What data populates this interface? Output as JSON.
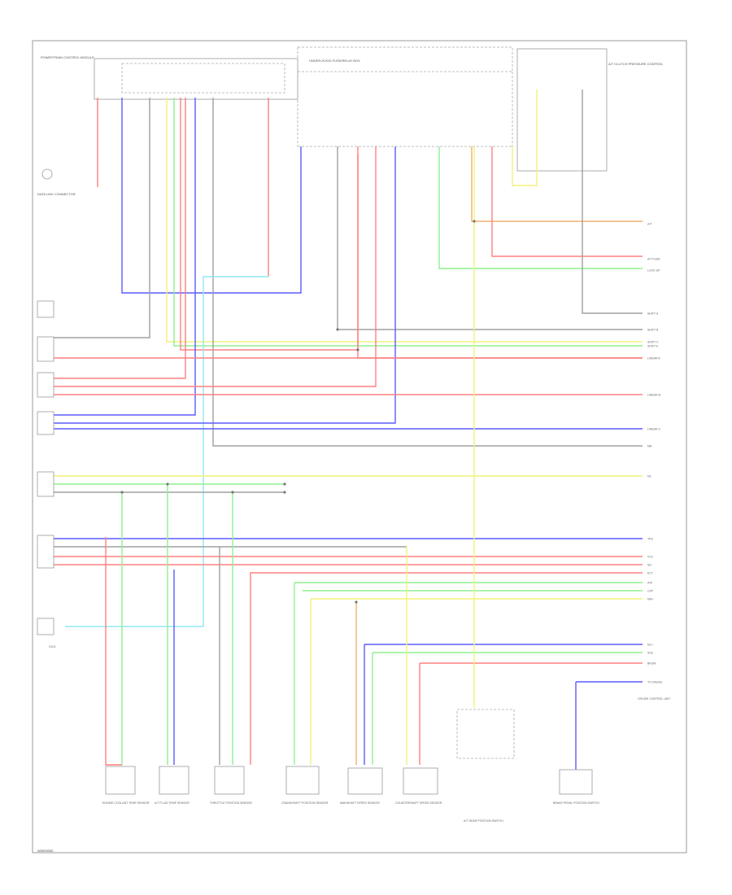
{
  "diagram": {
    "code": "W0000000",
    "colors": {
      "red": "#ff8080",
      "blue": "#5c5cff",
      "yellow": "#f2f27a",
      "green": "#90f090",
      "gray": "#a0a0a0",
      "orange": "#f0b070",
      "cyan": "#90e8f0",
      "dark": "#888888"
    },
    "components": [
      {
        "key": "ecm",
        "label": "POWERTRAIN CONTROL MODULE"
      },
      {
        "key": "fuse",
        "label": "UNDER-HOOD FUSE/RELAY BOX"
      },
      {
        "key": "relay",
        "label": "A/T CLUTCH PRESSURE CONTROL"
      },
      {
        "key": "dlc",
        "label": "DATA LINK CONNECTOR"
      },
      {
        "key": "ect",
        "label": "ENGINE COOLANT TEMP SENSOR"
      },
      {
        "key": "atf",
        "label": "A/T FLUID TEMP SENSOR"
      },
      {
        "key": "tps",
        "label": "THROTTLE POSITION SENSOR"
      },
      {
        "key": "crank",
        "label": "CRANKSHAFT POSITION SENSOR"
      },
      {
        "key": "mainshaft",
        "label": "MAINSHAFT SPEED SENSOR"
      },
      {
        "key": "countershaft",
        "label": "COUNTERSHAFT SPEED SENSOR"
      },
      {
        "key": "gear",
        "label": "A/T GEAR POSITION SWITCH"
      },
      {
        "key": "brake",
        "label": "BRAKE PEDAL POSITION SWITCH"
      },
      {
        "key": "cruise",
        "label": "CRUISE CONTROL UNIT"
      },
      {
        "key": "ground",
        "label": "G101"
      }
    ],
    "right_labels": [
      "A/T",
      "A/T FUSE",
      "LOCK-UP",
      "SHIFT A",
      "SHIFT B",
      "SHIFT C",
      "SHIFT E",
      "LINEAR A",
      "LINEAR B",
      "LINEAR C",
      "NM",
      "NC",
      "TPS",
      "VCC",
      "SG",
      "ECT",
      "ATF",
      "CKP",
      "NM+",
      "NC+",
      "SG2",
      "BKSW",
      "TO GAUGE"
    ]
  }
}
